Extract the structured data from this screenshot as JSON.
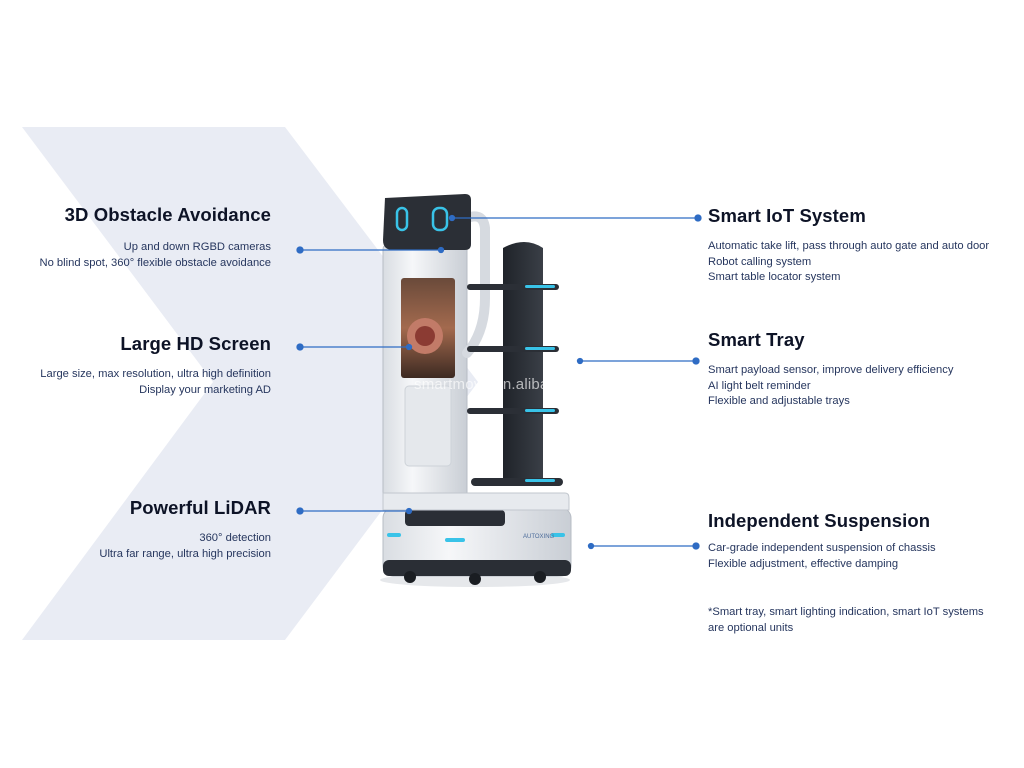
{
  "features": {
    "obstacle": {
      "title": "3D Obstacle Avoidance",
      "lines": [
        "Up and down RGBD cameras",
        "No blind spot, 360° flexible obstacle avoidance"
      ]
    },
    "screen": {
      "title": "Large HD Screen",
      "lines": [
        "Large size, max resolution, ultra high definition",
        "Display your marketing AD"
      ]
    },
    "lidar": {
      "title": "Powerful LiDAR",
      "lines": [
        "360° detection",
        "Ultra far range, ultra high precision"
      ]
    },
    "iot": {
      "title": "Smart IoT System",
      "lines": [
        "Automatic take lift, pass through auto gate and auto door",
        "Robot calling system",
        "Smart table locator system"
      ]
    },
    "tray": {
      "title": "Smart Tray",
      "lines": [
        "Smart payload sensor, improve delivery efficiency",
        "AI light belt reminder",
        "Flexible and adjustable trays"
      ]
    },
    "suspension": {
      "title": "Independent Suspension",
      "lines": [
        "Car-grade independent suspension of chassis",
        "Flexible adjustment, effective damping"
      ]
    }
  },
  "footnote": {
    "lines": [
      "*Smart tray, smart lighting indication, smart IoT systems",
      "are optional units"
    ]
  },
  "watermark": "smartmove.en.alibaba.com",
  "robot": {
    "brand_label": "AUTOXING"
  },
  "colors": {
    "connector": "#2f6cc4",
    "chevron": "#e9ecf4",
    "accent_light": "#39c3e8"
  }
}
